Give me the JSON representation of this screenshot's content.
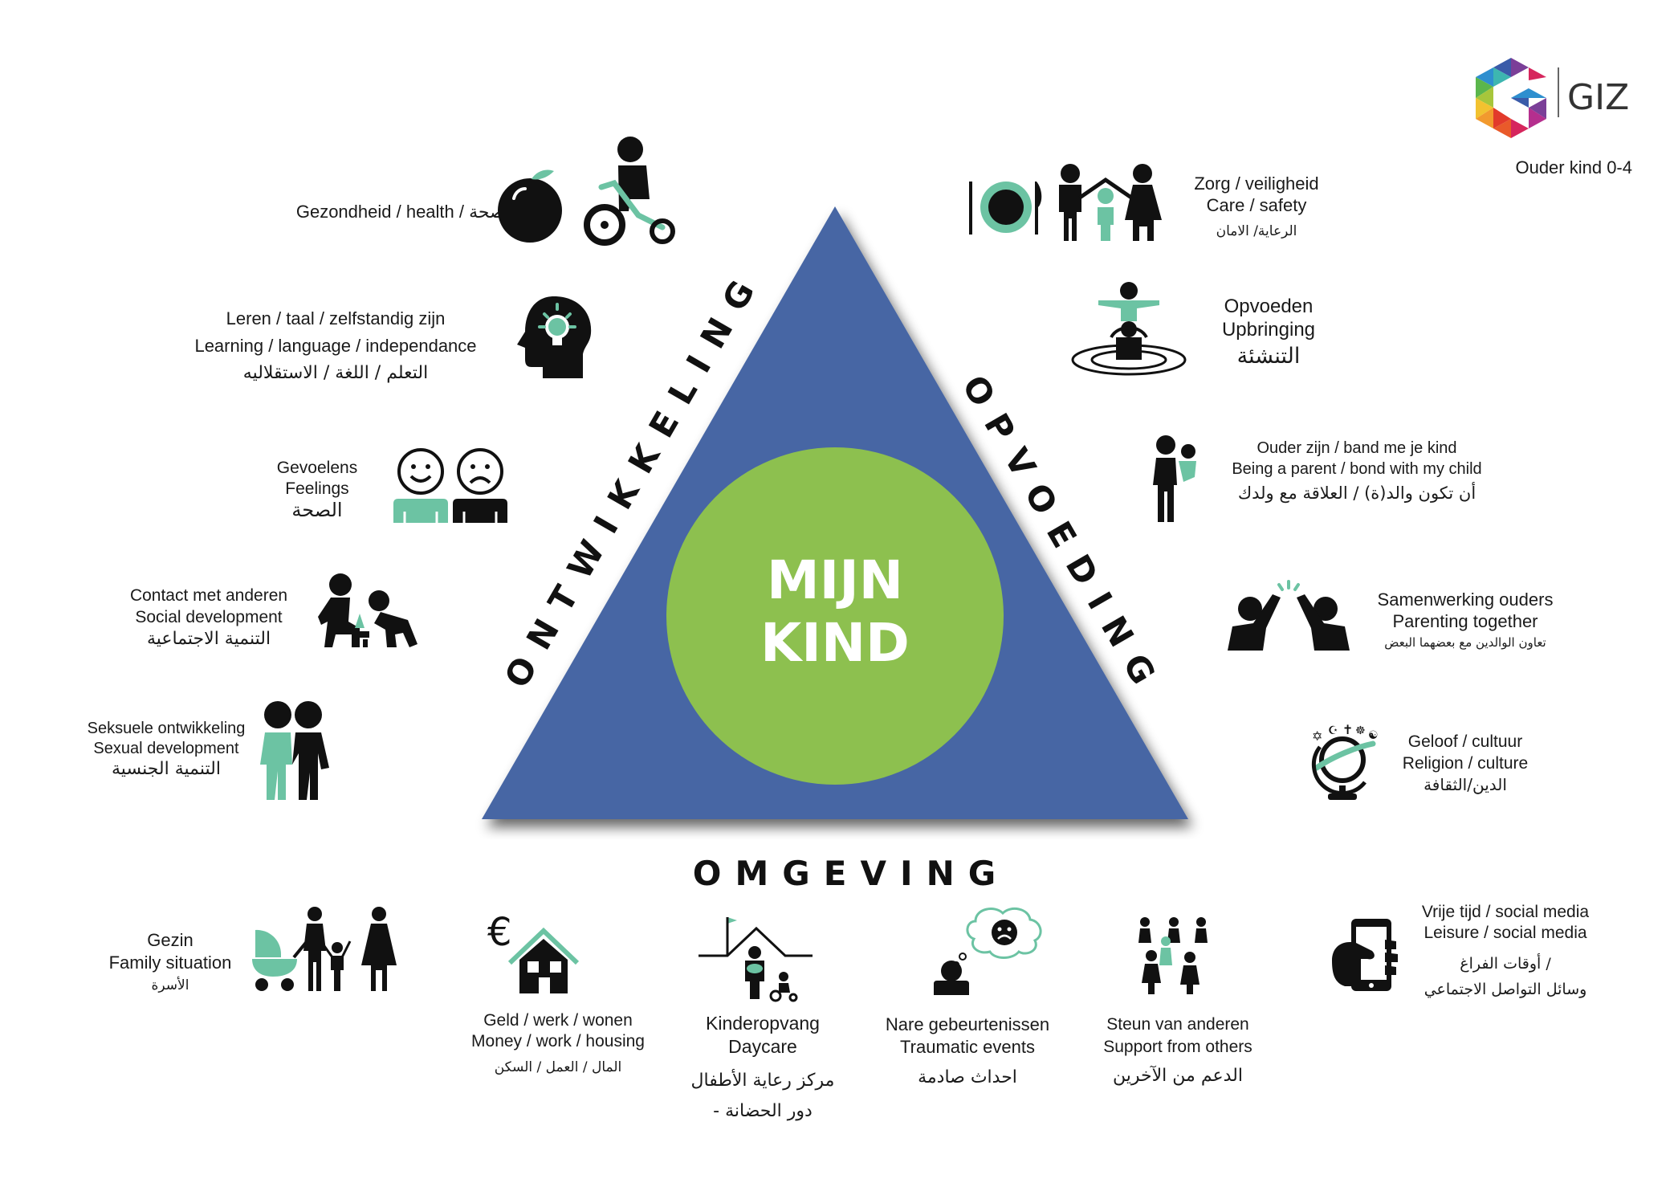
{
  "logo": {
    "name": "GIZ",
    "subtitle": "Ouder kind 0-4"
  },
  "center": {
    "line1": "MIJN",
    "line2": "KIND"
  },
  "sides": {
    "left": "ONTWIKKELING",
    "right": "OPVOEDING",
    "bottom": "OMGEVING"
  },
  "left_items": [
    {
      "lines": [
        "Gezondheid / health / الصحة"
      ]
    },
    {
      "lines": [
        "Leren / taal / zelfstandig zijn",
        "Learning / language / independance",
        "التعلم / اللغة / الاستقلاليه"
      ]
    },
    {
      "lines": [
        "Gevoelens",
        "Feelings",
        "الصحة"
      ]
    },
    {
      "lines": [
        "Contact met anderen",
        "Social development",
        "التنمية الاجتماعية"
      ]
    },
    {
      "lines": [
        "Seksuele ontwikkeling",
        "Sexual development",
        "التنمية الجنسية"
      ]
    }
  ],
  "right_items": [
    {
      "lines": [
        "Zorg / veiligheid",
        "Care / safety",
        "الرعاية/ الامان"
      ]
    },
    {
      "lines": [
        "Opvoeden",
        "Upbringing",
        "التنشئة"
      ]
    },
    {
      "lines": [
        "Ouder zijn / band me je kind",
        "Being a parent / bond with my child",
        "أن تكون والد(ة)  / العلاقة مع ولدك"
      ]
    },
    {
      "lines": [
        "Samenwerking ouders",
        "Parenting together",
        "تعاون الوالدين مع بعضهما البعض"
      ]
    },
    {
      "lines": [
        "Geloof / cultuur",
        "Religion / culture",
        "الدين/الثقافة"
      ]
    }
  ],
  "bottom_items": [
    {
      "lines": [
        "Gezin",
        "Family situation",
        "الأسرة"
      ]
    },
    {
      "lines": [
        "Geld / werk / wonen",
        "Money / work / housing",
        "المال / العمل / السكن"
      ]
    },
    {
      "lines": [
        "Kinderopvang",
        "Daycare",
        "مركز رعاية الأطفال",
        "- دور الحضانة"
      ]
    },
    {
      "lines": [
        "Nare gebeurtenissen",
        "Traumatic events",
        "احداث صادمة"
      ]
    },
    {
      "lines": [
        "Steun van anderen",
        "Support from others",
        "الدعم من الآخرين"
      ]
    },
    {
      "lines": [
        "Vrije tijd / social media",
        "Leisure / social media",
        "أوقات الفراغ /",
        "وسائل التواصل الاجتماعي"
      ]
    }
  ],
  "colors": {
    "triangle": "#4766a4",
    "circle": "#8dc04f",
    "accent": "#6cc3a3",
    "text": "#1a1a1a"
  },
  "icons": [
    "apple-icon",
    "child-tricycle-icon",
    "head-lightbulb-icon",
    "happy-face-icon",
    "sad-face-icon",
    "children-playing-icon",
    "couple-icon",
    "plate-cutlery-icon",
    "family-house-icon",
    "child-pedestal-icon",
    "parent-holding-child-icon",
    "high-five-icon",
    "religion-globe-icon",
    "family-stroller-icon",
    "house-euro-icon",
    "daycare-icon",
    "thought-bubble-icon",
    "supporting-people-icon",
    "smartphone-hand-icon"
  ]
}
